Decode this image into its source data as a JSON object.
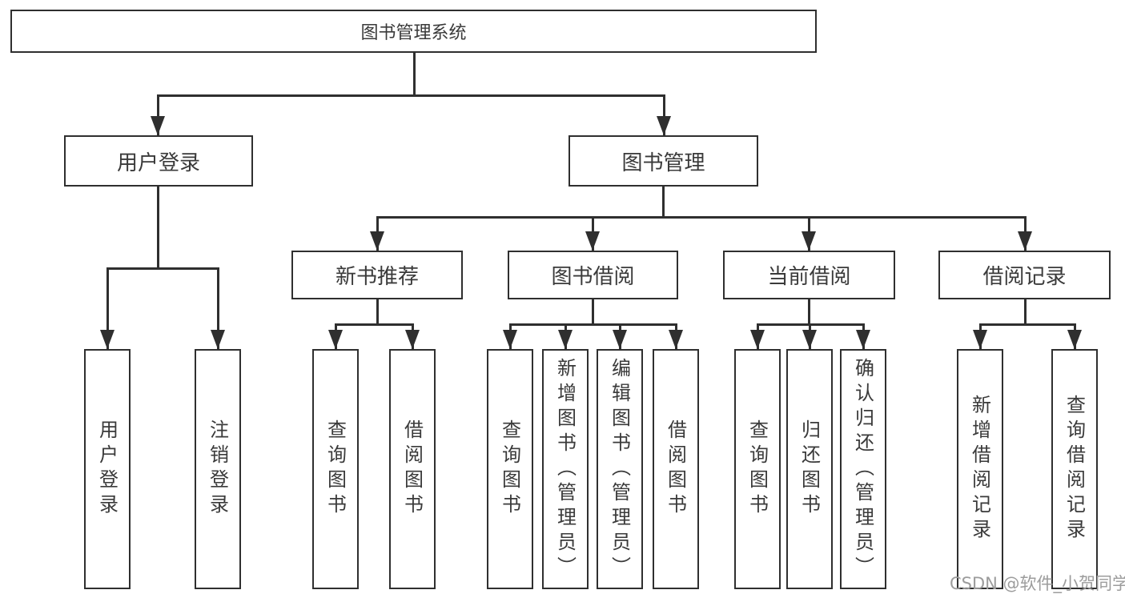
{
  "colors": {
    "line": "#2f2f2f",
    "text": "#3a3a3a",
    "box_background": "#ffffff",
    "watermark": "#9c9c9c"
  },
  "diagram": {
    "root": {
      "label": "图书管理系统"
    },
    "branches": [
      {
        "label": "用户登录",
        "children": [
          {
            "label": "用户登录"
          },
          {
            "label": "注销登录"
          }
        ]
      },
      {
        "label": "图书管理",
        "children": [
          {
            "label": "新书推荐",
            "children": [
              {
                "label": "查询图书"
              },
              {
                "label": "借阅图书"
              }
            ]
          },
          {
            "label": "图书借阅",
            "children": [
              {
                "label": "查询图书"
              },
              {
                "label": "新增图书（管理员）"
              },
              {
                "label": "编辑图书（管理员）"
              },
              {
                "label": "借阅图书"
              }
            ]
          },
          {
            "label": "当前借阅",
            "children": [
              {
                "label": "查询图书"
              },
              {
                "label": "归还图书"
              },
              {
                "label": "确认归还（管理员）"
              }
            ]
          },
          {
            "label": "借阅记录",
            "children": [
              {
                "label": "新增借阅记录"
              },
              {
                "label": "查询借阅记录"
              }
            ]
          }
        ]
      }
    ]
  },
  "watermark": {
    "text": "CSDN @软件_小贺同学"
  }
}
